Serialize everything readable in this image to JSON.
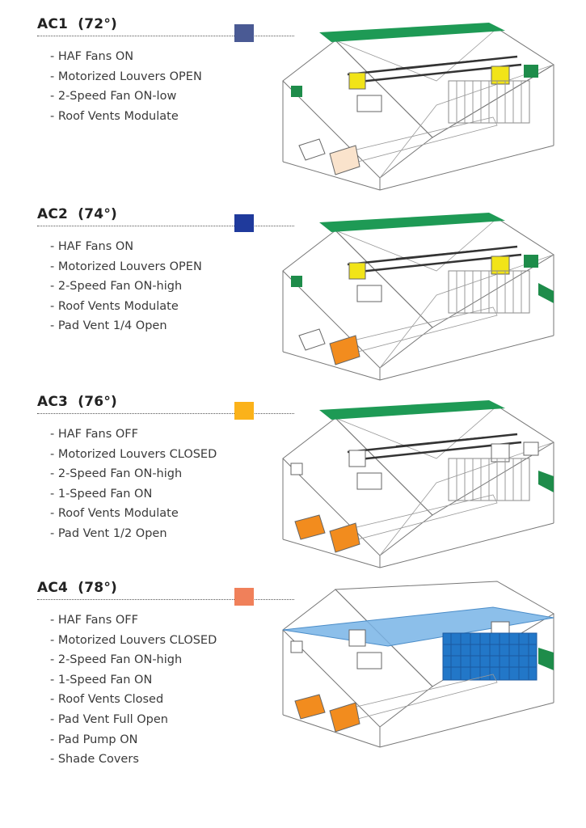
{
  "colors": {
    "roof": "#1e9a55",
    "fan_yellow": "#f2e418",
    "pad_orange": "#f28c1e",
    "pad_peach": "#fae3cc",
    "shade_blue": "#78b4e6",
    "pad_wet_blue": "#2277c8",
    "vent_green": "#1e8c4a"
  },
  "stages": [
    {
      "title": "AC1  (72°)",
      "swatch": "#4a5a94",
      "items": [
        "- HAF Fans ON",
        "- Motorized Louvers OPEN",
        "- 2-Speed Fan ON-low",
        "- Roof Vents Modulate"
      ]
    },
    {
      "title": "AC2  (74°)",
      "swatch": "#1f3a9c",
      "items": [
        "- HAF Fans ON",
        "- Motorized Louvers OPEN",
        "- 2-Speed Fan ON-high",
        "- Roof Vents Modulate",
        "- Pad Vent 1/4 Open"
      ]
    },
    {
      "title": "AC3  (76°)",
      "swatch": "#fbb21a",
      "items": [
        "- HAF Fans OFF",
        "- Motorized Louvers CLOSED",
        "- 2-Speed Fan ON-high",
        "- 1-Speed Fan ON",
        "- Roof Vents Modulate",
        "- Pad Vent 1/2 Open"
      ]
    },
    {
      "title": "AC4  (78°)",
      "swatch": "#f0805a",
      "items": [
        "- HAF Fans OFF",
        "- Motorized Louvers CLOSED",
        "- 2-Speed Fan ON-high",
        "- 1-Speed Fan ON",
        "- Roof Vents Closed",
        "- Pad Vent Full Open",
        "- Pad Pump ON",
        "- Shade Covers"
      ]
    }
  ]
}
